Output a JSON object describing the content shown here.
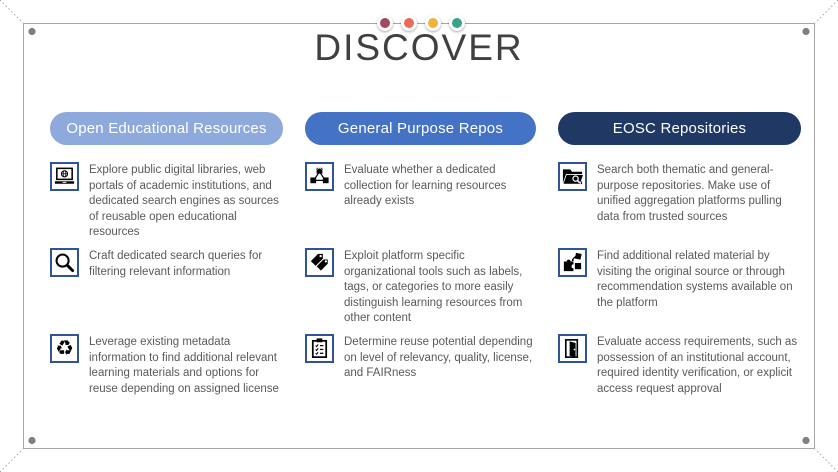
{
  "title": "DISCOVER",
  "decor": {
    "frame_color": "#a6a6a6",
    "corner_dot_color": "#7f7f7f",
    "dot_colors": [
      "#a04961",
      "#ea6a57",
      "#f0b23e",
      "#36a28f"
    ]
  },
  "columns": [
    {
      "header": "Open Educational Resources",
      "header_color": "#8ea9db",
      "items": [
        {
          "icon": "laptop-globe-icon",
          "text": "Explore public digital libraries, web portals of academic institutions, and dedicated search engines as sources of reusable open educational resources"
        },
        {
          "icon": "search-icon",
          "text": "Craft dedicated search queries for filtering relevant information"
        },
        {
          "icon": "recycle-icon",
          "text": "Leverage existing metadata information to find additional relevant learning materials and options for reuse depending on assigned license"
        }
      ]
    },
    {
      "header": "General Purpose Repos",
      "header_color": "#4472c4",
      "items": [
        {
          "icon": "collection-network-icon",
          "text": "Evaluate whether a dedicated collection for learning resources already exists"
        },
        {
          "icon": "tags-icon",
          "text": "Exploit platform specific organizational tools such as labels, tags, or categories to more easily distinguish learning resources from other content"
        },
        {
          "icon": "checklist-icon",
          "text": "Determine reuse potential depending on level of relevancy, quality, license, and FAIRness"
        }
      ]
    },
    {
      "header": "EOSC Repositories",
      "header_color": "#1f3864",
      "items": [
        {
          "icon": "folder-search-icon",
          "text": "Search both thematic and general-purpose repositories. Make use of unified aggregation platforms pulling data from trusted sources"
        },
        {
          "icon": "recommendation-icon",
          "text": "Find additional related material by visiting the original source or through recommendation systems available on the platform"
        },
        {
          "icon": "door-icon",
          "text": "Evaluate access requirements, such as possession of an institutional account, required identity verification, or explicit access request approval"
        }
      ]
    }
  ]
}
